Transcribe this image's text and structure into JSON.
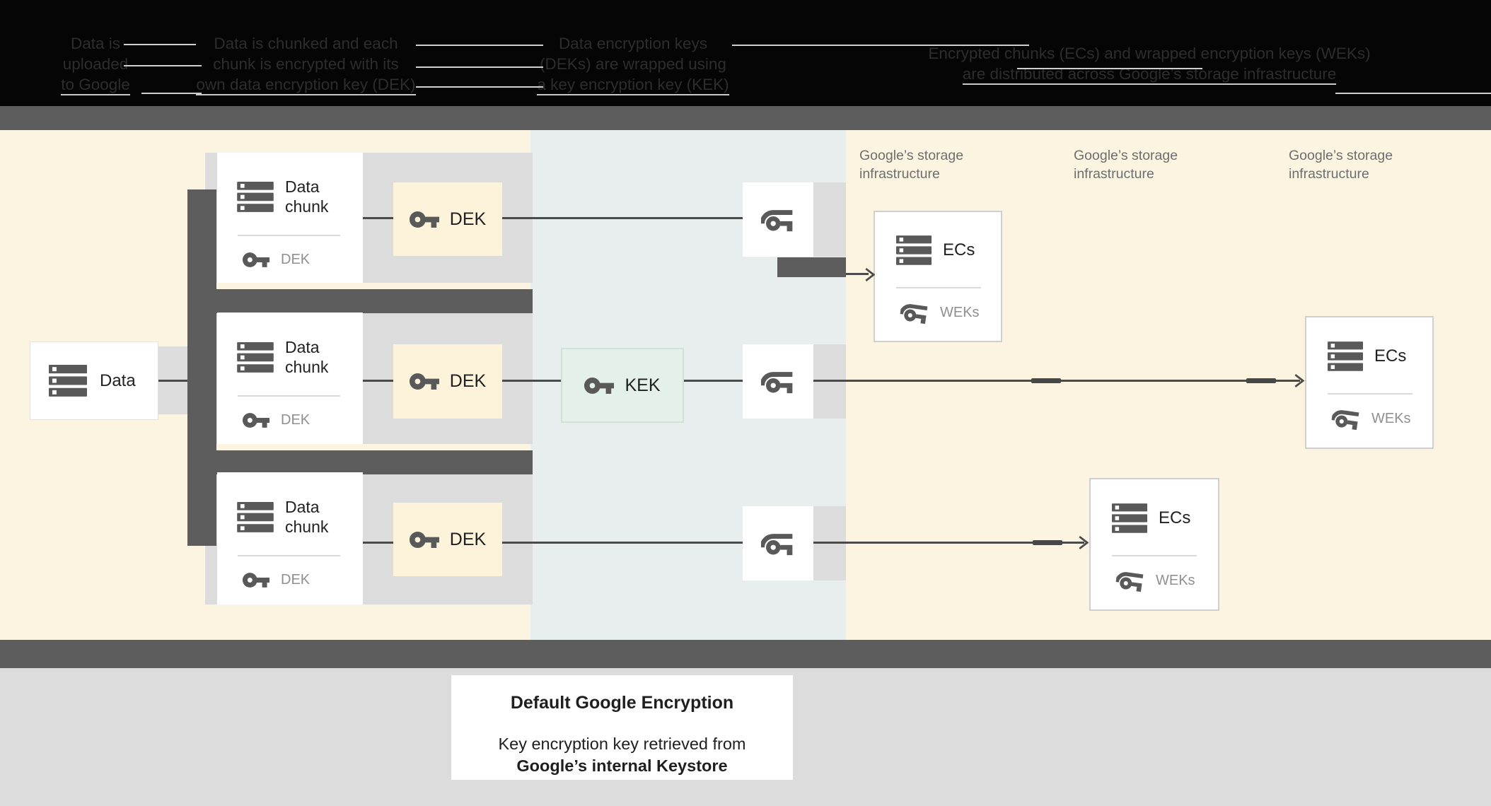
{
  "header": {
    "steps": [
      {
        "lines": [
          "Data is",
          "uploaded",
          "to Google"
        ]
      },
      {
        "lines": [
          "Data is chunked and each",
          "chunk is encrypted with its",
          "own data encryption key (DEK)"
        ]
      },
      {
        "lines": [
          "Data encryption keys",
          "(DEKs) are wrapped using",
          "a key encryption key (KEK)"
        ]
      },
      {
        "lines": [
          "Encrypted chunks (ECs) and wrapped encryption keys (WEKs)",
          "are distributed across Google’s storage infrastructure"
        ]
      }
    ]
  },
  "diagram": {
    "data_box": {
      "label": "Data"
    },
    "chunk_rows": [
      {
        "title_line1": "Data",
        "title_line2": "chunk",
        "embedded_key_label": "DEK",
        "dek_box_label": "DEK"
      },
      {
        "title_line1": "Data",
        "title_line2": "chunk",
        "embedded_key_label": "DEK",
        "dek_box_label": "DEK"
      },
      {
        "title_line1": "Data",
        "title_line2": "chunk",
        "embedded_key_label": "DEK",
        "dek_box_label": "DEK"
      }
    ],
    "kek_box": {
      "label": "KEK"
    },
    "storage_labels": [
      {
        "line1": "Google’s storage",
        "line2": "infrastructure"
      },
      {
        "line1": "Google’s storage",
        "line2": "infrastructure"
      },
      {
        "line1": "Google’s storage",
        "line2": "infrastructure"
      }
    ],
    "ec_boxes": [
      {
        "title": "ECs",
        "key_label": "WEKs"
      },
      {
        "title": "ECs",
        "key_label": "WEKs"
      },
      {
        "title": "ECs",
        "key_label": "WEKs"
      }
    ],
    "icons": {
      "data": "server-stack-icon",
      "dek": "key-icon",
      "kek": "key-icon",
      "wrap": "wrapped-key-icon",
      "wek": "wrapped-key-icon",
      "arrow": "arrow-right-icon"
    }
  },
  "caption": {
    "title": "Default Google Encryption",
    "body_line1": "Key encryption key retrieved from",
    "body_line2": "Google’s internal Keystore"
  },
  "colors": {
    "header_bg": "#050505",
    "header_text": "#2d2d2d",
    "cream": "#fbf4e0",
    "middle": "#e8edee",
    "band": "#dcdcdc",
    "dark_bar": "#5d5d5d",
    "line": "#4a4a4a",
    "icon": "#595959",
    "muted_text": "#8f8f8f",
    "storage_label": "#6e6e6e",
    "kek_bg": "#e4f0ea",
    "dek_bg": "#fcf3da"
  }
}
